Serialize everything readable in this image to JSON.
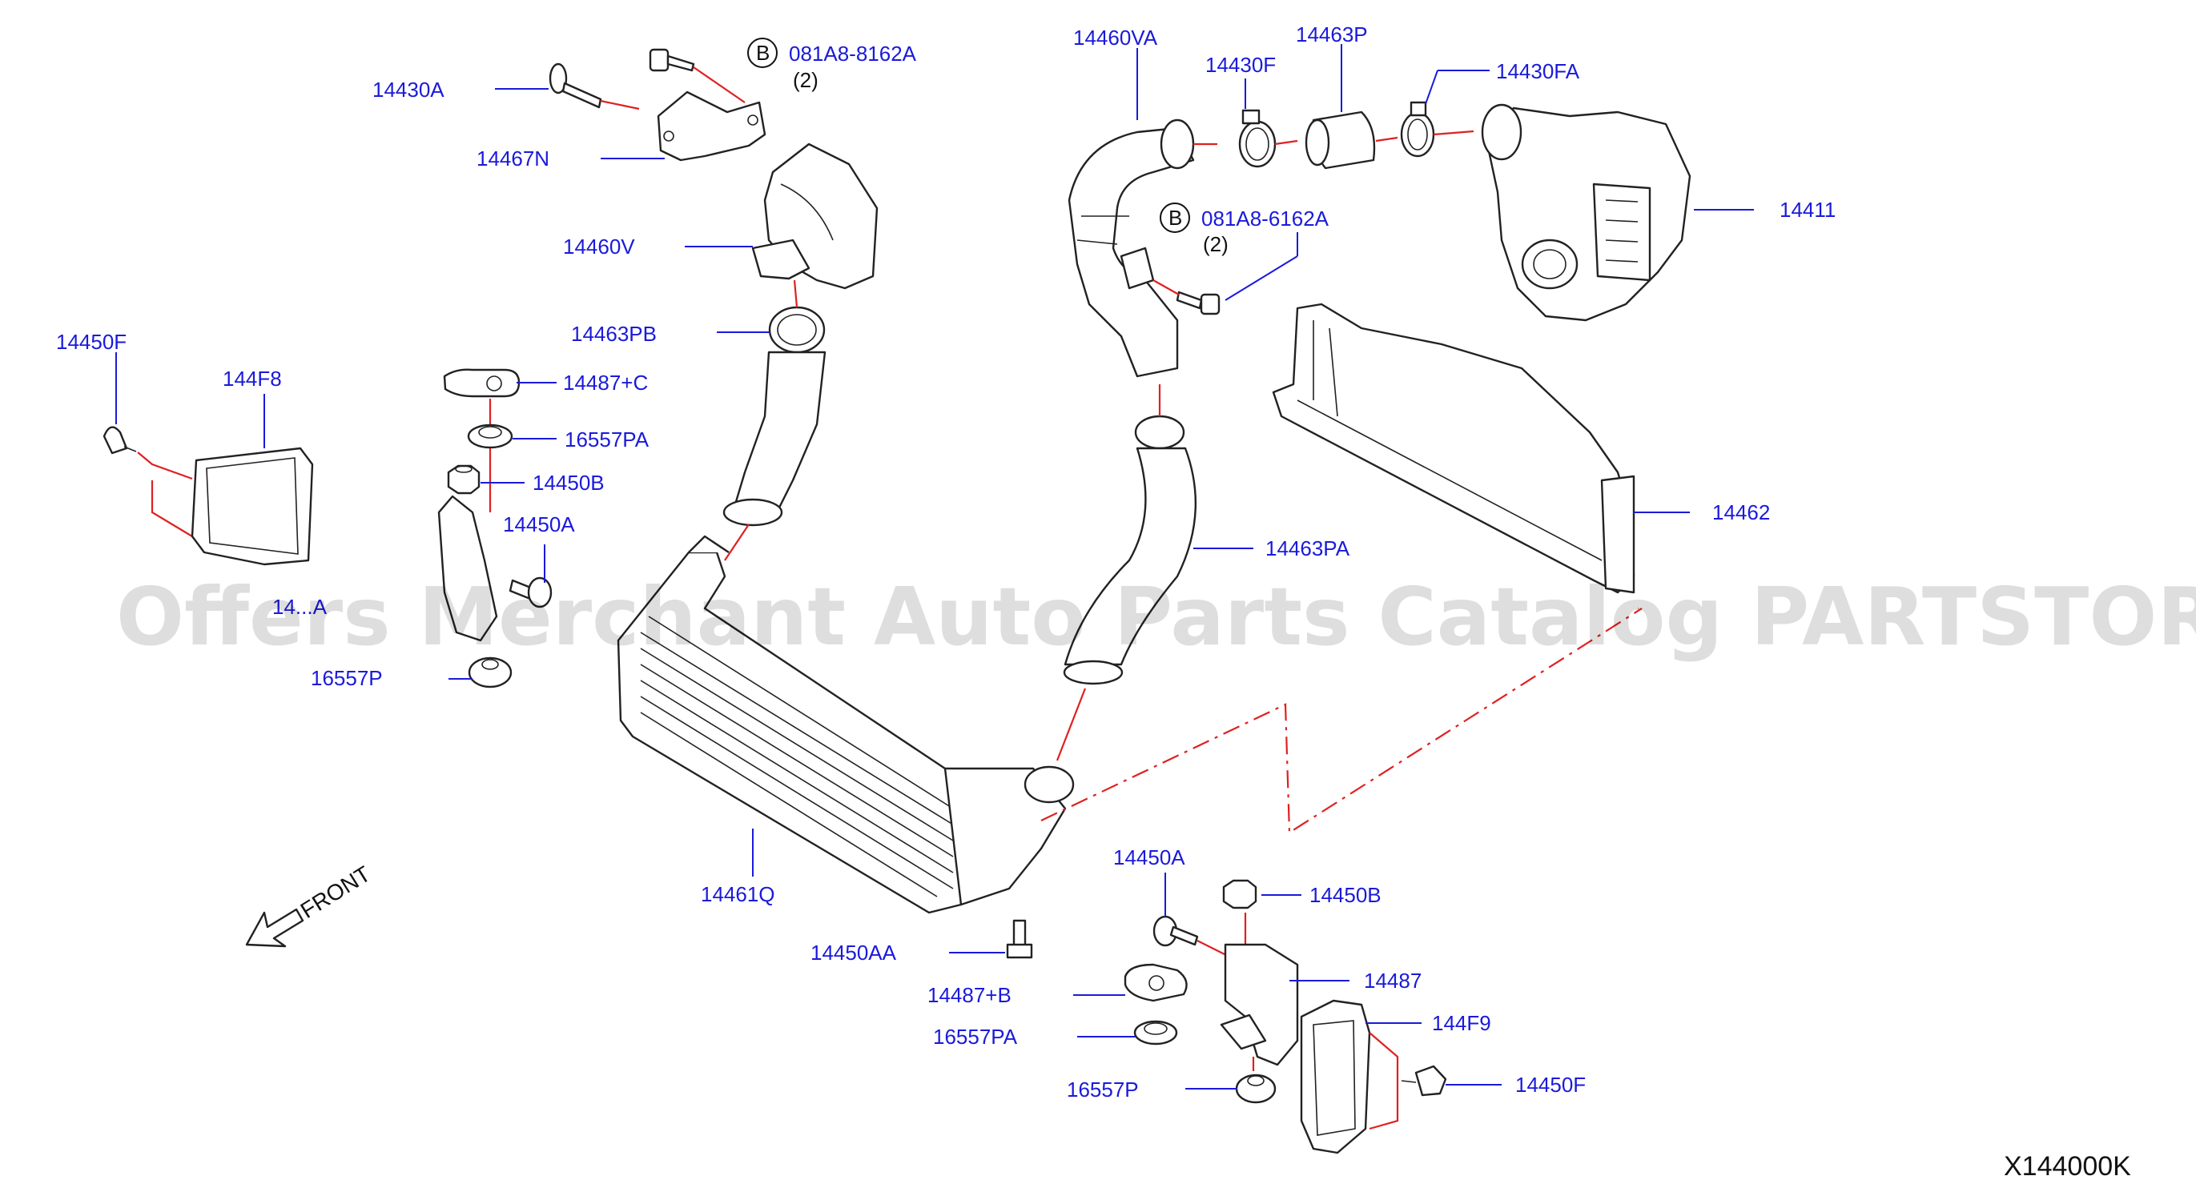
{
  "callouts": {
    "p14430A": "14430A",
    "p14467N": "14467N",
    "p14460V": "14460V",
    "p14463PB": "14463PB",
    "p14450F_left": "14450F",
    "p144F8": "144F8",
    "p14487C": "14487+C",
    "p16557PA_top": "16557PA",
    "p14450B_top": "14450B",
    "p14450A_top": "14450A",
    "p144xxA_hidden": "14...A",
    "p16557P_top": "16557P",
    "p14460VA": "14460VA",
    "p14430F": "14430F",
    "p14463P": "14463P",
    "p14430FA": "14430FA",
    "p14411": "14411",
    "p14462": "14462",
    "p14463PA": "14463PA",
    "p14461Q": "14461Q",
    "p14450AA": "14450AA",
    "p14450A_bottom": "14450A",
    "p14450B_bottom": "14450B",
    "p14487": "14487",
    "p14487B": "14487+B",
    "p16557PA_bottom": "16557PA",
    "p144F9": "144F9",
    "p16557P_bottom": "16557P",
    "p14450F_right": "14450F"
  },
  "bolt_notes": {
    "top": {
      "badge": "B",
      "part": "081A8-8162A",
      "qty": "(2)"
    },
    "mid": {
      "badge": "B",
      "part": "081A8-6162A",
      "qty": "(2)"
    }
  },
  "front_label": "FRONT",
  "diagram_code": "X144000K",
  "watermark": "Offers Merchant Auto Parts Catalog PARTSTORE.SA",
  "colors": {
    "callout": "#1a1adb",
    "guide": "#e02020",
    "line_art": "#222222"
  }
}
